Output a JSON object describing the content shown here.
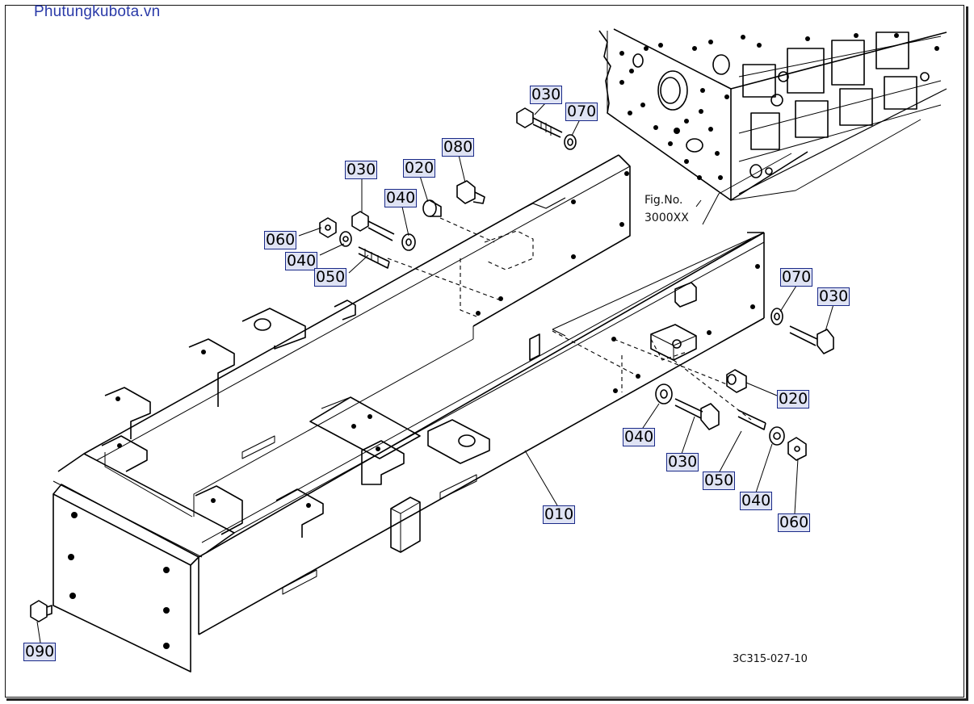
{
  "watermark": "Phutungkubota.vn",
  "drawing_code": "3C315-027-10",
  "figure_ref": {
    "line1": "Fig.No.",
    "line2": "3000XX"
  },
  "callouts": [
    {
      "id": "c-030-a",
      "label": "030"
    },
    {
      "id": "c-070-a",
      "label": "070"
    },
    {
      "id": "c-080",
      "label": "080"
    },
    {
      "id": "c-020-a",
      "label": "020"
    },
    {
      "id": "c-030-b",
      "label": "030"
    },
    {
      "id": "c-040-a",
      "label": "040"
    },
    {
      "id": "c-060-a",
      "label": "060"
    },
    {
      "id": "c-040-b",
      "label": "040"
    },
    {
      "id": "c-050-a",
      "label": "050"
    },
    {
      "id": "c-070-b",
      "label": "070"
    },
    {
      "id": "c-030-c",
      "label": "030"
    },
    {
      "id": "c-020-b",
      "label": "020"
    },
    {
      "id": "c-040-c",
      "label": "040"
    },
    {
      "id": "c-030-d",
      "label": "030"
    },
    {
      "id": "c-050-b",
      "label": "050"
    },
    {
      "id": "c-040-d",
      "label": "040"
    },
    {
      "id": "c-060-b",
      "label": "060"
    },
    {
      "id": "c-010",
      "label": "010"
    },
    {
      "id": "c-090",
      "label": "090"
    }
  ]
}
